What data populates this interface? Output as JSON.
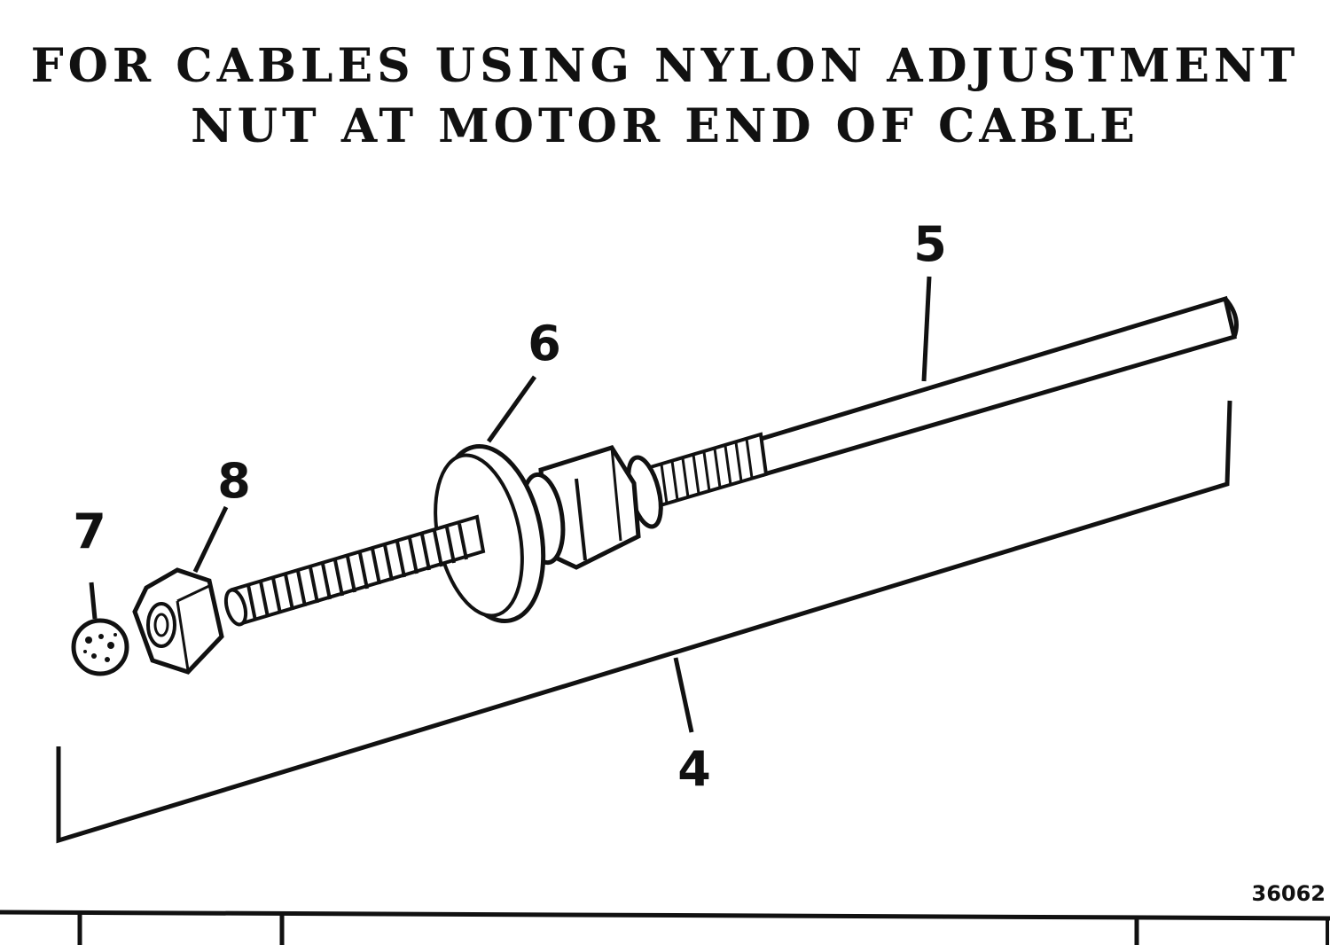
{
  "title": {
    "line1": "FOR CABLES USING NYLON ADJUSTMENT",
    "line2": "NUT AT MOTOR END OF CABLE"
  },
  "callouts": {
    "c4": "4",
    "c5": "5",
    "c6": "6",
    "c7": "7",
    "c8": "8"
  },
  "drawing_code": "36062"
}
